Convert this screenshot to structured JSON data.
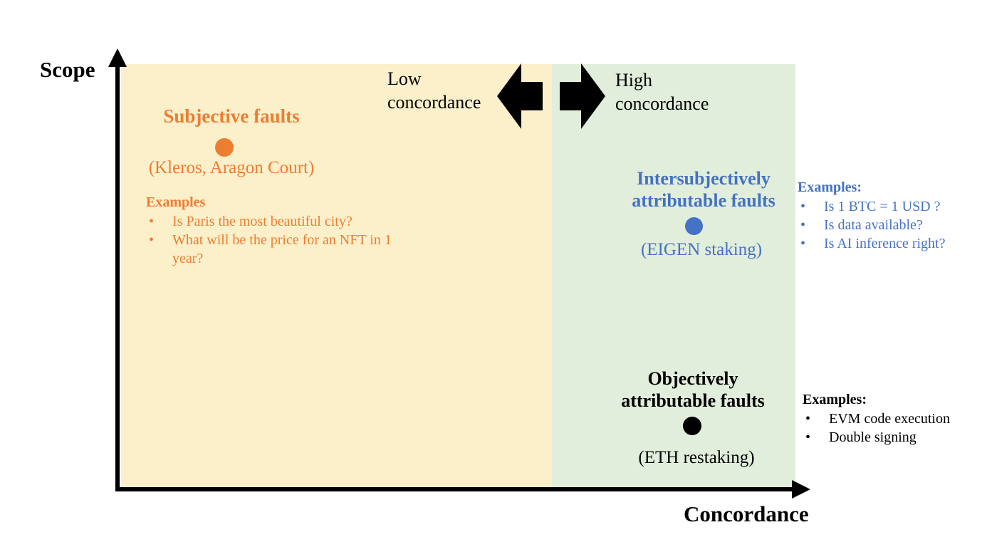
{
  "axes": {
    "y_label": "Scope",
    "x_label": "Concordance",
    "color": "#000000"
  },
  "regions": {
    "low": {
      "label": "Low concordance",
      "color": "#FCF0CB"
    },
    "high": {
      "label": "High concordance",
      "color": "#E2EEDC"
    }
  },
  "arrows": {
    "color": "#000000"
  },
  "groups": {
    "subjective": {
      "title": "Subjective faults",
      "subtitle": "(Kleros, Aragon Court)",
      "color": "#ED7D31",
      "examples_title": "Examples",
      "examples": [
        "Is Paris the most beautiful city?",
        "What will be the price for an NFT in 1 year?"
      ]
    },
    "intersubjective": {
      "title": "Intersubjectively attributable faults",
      "subtitle": "(EIGEN staking)",
      "color": "#4472C4",
      "examples_title": "Examples:",
      "examples": [
        "Is 1 BTC = 1 USD ?",
        "Is data available?",
        "Is AI inference right?"
      ]
    },
    "objective": {
      "title": "Objectively attributable faults",
      "subtitle": "(ETH restaking)",
      "color": "#000000",
      "examples_title": "Examples:",
      "examples": [
        "EVM code execution",
        "Double signing"
      ]
    }
  }
}
